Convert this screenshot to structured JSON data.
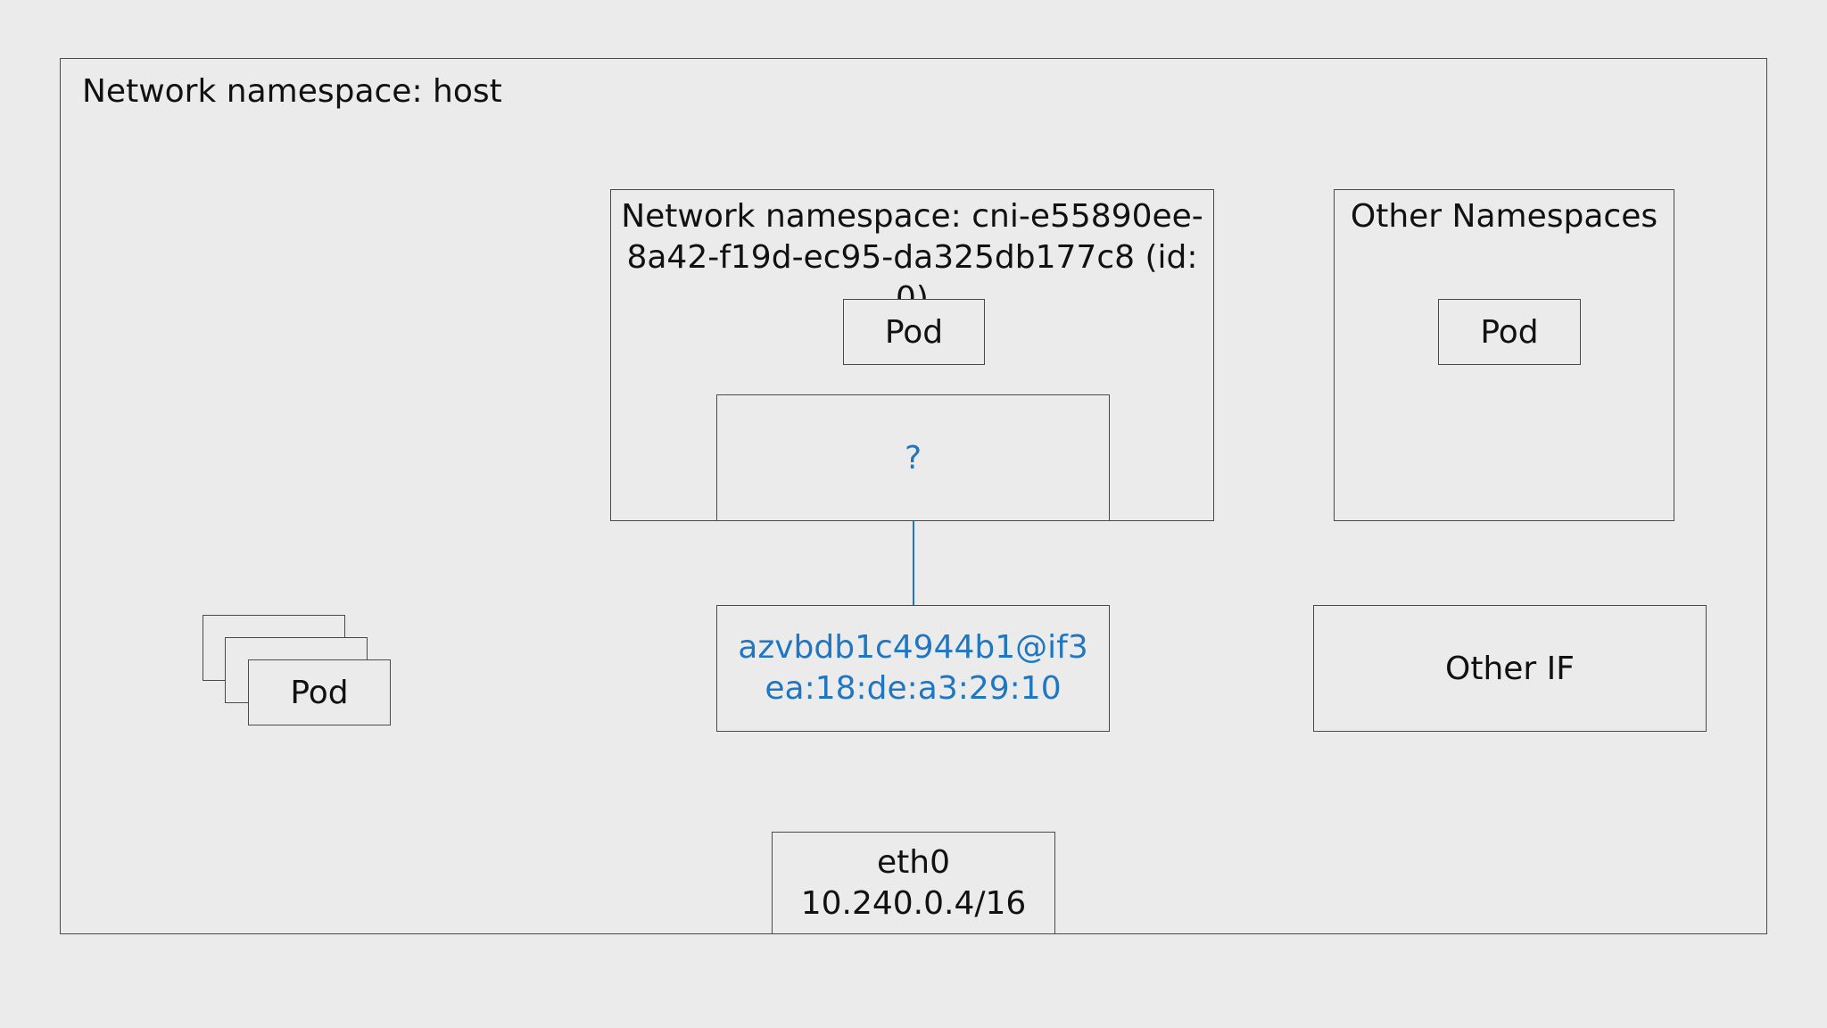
{
  "host_namespace": {
    "title": "Network namespace: host"
  },
  "cni_namespace": {
    "title": "Network namespace: cni-e55890ee-8a42-f19d-ec95-da325db177c8 (id: 0)",
    "pod_label": "Pod",
    "unknown_label": "?"
  },
  "veth_interface": {
    "name": "azvbdb1c4944b1@if3",
    "mac": "ea:18:de:a3:29:10"
  },
  "other_namespaces": {
    "title": "Other Namespaces",
    "pod_label": "Pod"
  },
  "other_interface": {
    "label": "Other IF"
  },
  "host_pods": {
    "pod_label": "Pod"
  },
  "eth0": {
    "name": "eth0",
    "address": "10.240.0.4/16"
  },
  "colors": {
    "background": "#ebebeb",
    "border": "#4a4a4a",
    "accent_blue": "#1f77c4",
    "text": "#111111"
  }
}
